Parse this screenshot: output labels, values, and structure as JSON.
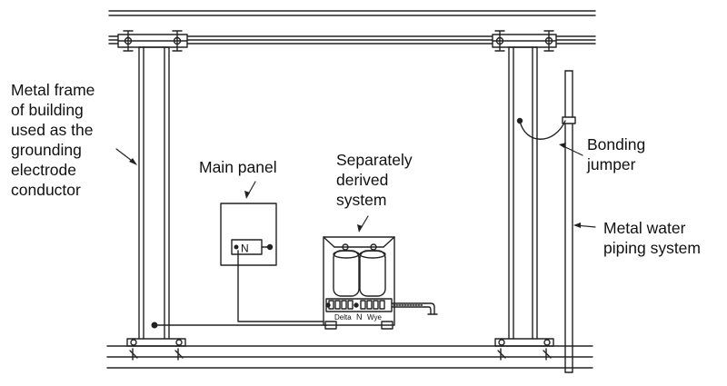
{
  "labels": {
    "metal_frame": [
      "Metal frame",
      "of building",
      "used as the",
      "grounding",
      "electrode",
      "conductor"
    ],
    "main_panel": [
      "Main panel"
    ],
    "separately_derived": [
      "Separately",
      "derived",
      "system"
    ],
    "bonding_jumper": [
      "Bonding",
      "jumper"
    ],
    "water_piping": [
      "Metal water",
      "piping system"
    ]
  },
  "symbols": {
    "panel_neutral": "N",
    "sds_delta": "Delta",
    "sds_neutral": "N",
    "sds_wye": "Wye"
  }
}
